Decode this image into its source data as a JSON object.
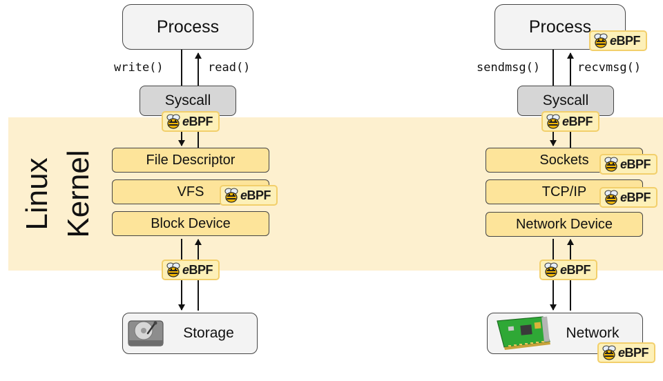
{
  "kernel_label": {
    "line1": "Linux",
    "line2": "Kernel"
  },
  "left_stack": {
    "process": "Process",
    "call_down": "write()",
    "call_up": "read()",
    "syscall": "Syscall",
    "layers": [
      "File Descriptor",
      "VFS",
      "Block Device"
    ],
    "device": "Storage",
    "device_icon": "hard-drive-icon"
  },
  "right_stack": {
    "process": "Process",
    "call_down": "sendmsg()",
    "call_up": "recvmsg()",
    "syscall": "Syscall",
    "layers": [
      "Sockets",
      "TCP/IP",
      "Network Device"
    ],
    "device": "Network",
    "device_icon": "network-card-icon"
  },
  "ebpf_badge": {
    "prefix": "e",
    "suffix": "BPF",
    "icon": "bee-icon"
  },
  "colors": {
    "kernel_band": "#fdf0cf",
    "layer_fill": "#fde49a",
    "syscall_fill": "#d6d6d6",
    "process_fill": "#f3f3f3",
    "badge_fill": "#fdf0b8",
    "badge_border": "#f2cf6b"
  }
}
